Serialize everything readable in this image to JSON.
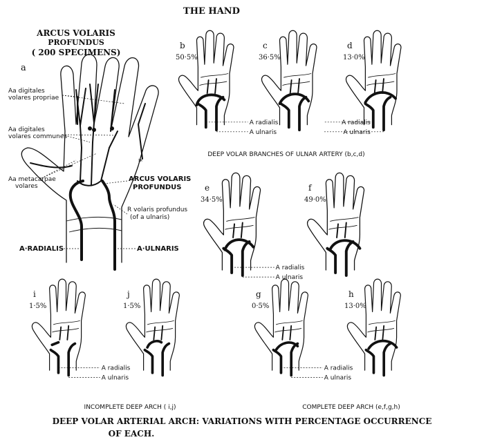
{
  "title": "THE HAND",
  "panel_a": {
    "heading_line1": "ARCUS VOLARIS",
    "heading_line2": "PROFUNDUS",
    "heading_line3": "( 200 SPECIMENS)",
    "letter": "a",
    "labels": {
      "digitales_propriae_1": "Aa digitales",
      "digitales_propriae_2": "volares propriae",
      "digitales_communes_1": "Aa digitales",
      "digitales_communes_2": "volares communes",
      "metacarpae_1": "Aa metacarpae",
      "metacarpae_2": "volares",
      "arcus_1": "ARCUS VOLARIS",
      "arcus_2": "PROFUNDUS",
      "ramus_1": "R volaris profundus",
      "ramus_2": "(of a ulnaris)",
      "radialis": "A·RADIALIS",
      "ulnaris": "A·ULNARIS",
      "asterisk": "*"
    }
  },
  "variants": [
    {
      "id": "b",
      "letter": "b",
      "percent": "50·5%"
    },
    {
      "id": "c",
      "letter": "c",
      "percent": "36·5%"
    },
    {
      "id": "d",
      "letter": "d",
      "percent": "13·0%"
    },
    {
      "id": "e",
      "letter": "e",
      "percent": "34·5%"
    },
    {
      "id": "f",
      "letter": "f",
      "percent": "49·0%"
    },
    {
      "id": "i",
      "letter": "i",
      "percent": "1·5%"
    },
    {
      "id": "j",
      "letter": "j",
      "percent": "1·5%"
    },
    {
      "id": "g",
      "letter": "g",
      "percent": "0·5%"
    },
    {
      "id": "h",
      "letter": "h",
      "percent": "13·0%"
    }
  ],
  "artery_labels": {
    "radialis": "A radialis",
    "ulnaris": "A ulnaris"
  },
  "captions": {
    "bcd": "DEEP VOLAR BRANCHES OF ULNAR ARTERY (b,c,d)",
    "ij": "INCOMPLETE DEEP ARCH ( i,j)",
    "efgh": "COMPLETE DEEP ARCH (e,f,g,h)",
    "main_line1": "DEEP VOLAR ARTERIAL ARCH: VARIATIONS WITH PERCENTAGE OCCURRENCE",
    "main_line2": "OF EACH."
  }
}
